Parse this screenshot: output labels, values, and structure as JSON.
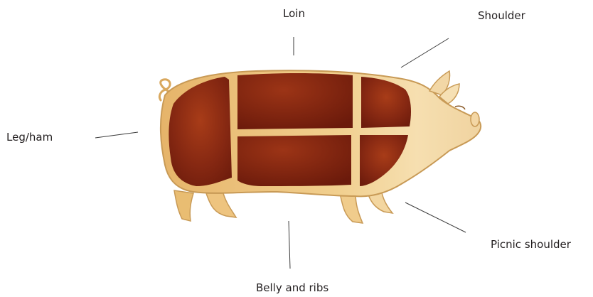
{
  "labels": {
    "loin": "Loin",
    "shoulder": "Shoulder",
    "leg_ham": "Leg/ham",
    "picnic_shoulder": "Picnic shoulder",
    "belly_ribs": "Belly and ribs"
  },
  "colors": {
    "body_light": "#f3d9a0",
    "body_mid": "#e0b066",
    "cut_dark": "#7a1f10",
    "cut_mid": "#9a3416",
    "outline": "#c89a56",
    "leader": "#3a3a3a",
    "text": "#231f20"
  }
}
